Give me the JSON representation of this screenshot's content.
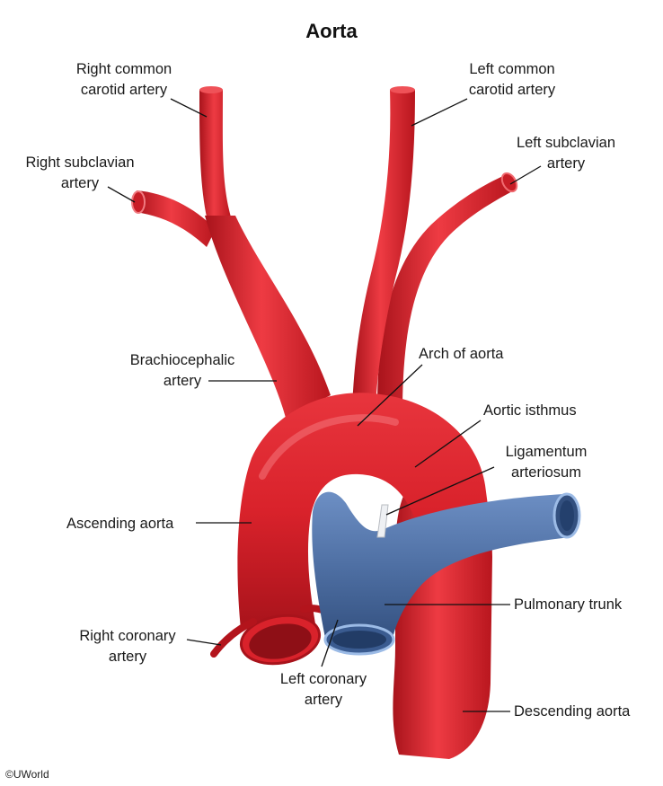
{
  "title": "Aorta",
  "labels": {
    "right_common_carotid": [
      "Right common",
      "carotid artery"
    ],
    "left_common_carotid": [
      "Left common",
      "carotid artery"
    ],
    "right_subclavian": [
      "Right subclavian",
      "artery"
    ],
    "left_subclavian": [
      "Left subclavian",
      "artery"
    ],
    "brachiocephalic": [
      "Brachiocephalic",
      "artery"
    ],
    "arch_of_aorta": "Arch of aorta",
    "aortic_isthmus": "Aortic isthmus",
    "ligamentum_arteriosum": [
      "Ligamentum",
      "arteriosum"
    ],
    "ascending_aorta": "Ascending aorta",
    "pulmonary_trunk": "Pulmonary trunk",
    "right_coronary": [
      "Right coronary",
      "artery"
    ],
    "left_coronary": [
      "Left coronary",
      "artery"
    ],
    "descending_aorta": "Descending aorta"
  },
  "credit": "©UWorld",
  "colors": {
    "artery": "#d9222b",
    "artery_dark": "#a8131b",
    "artery_light": "#f0585e",
    "vein_trunk": "#4e6fa3",
    "vein_dark": "#2f4d80",
    "vein_light": "#8fb0df"
  }
}
